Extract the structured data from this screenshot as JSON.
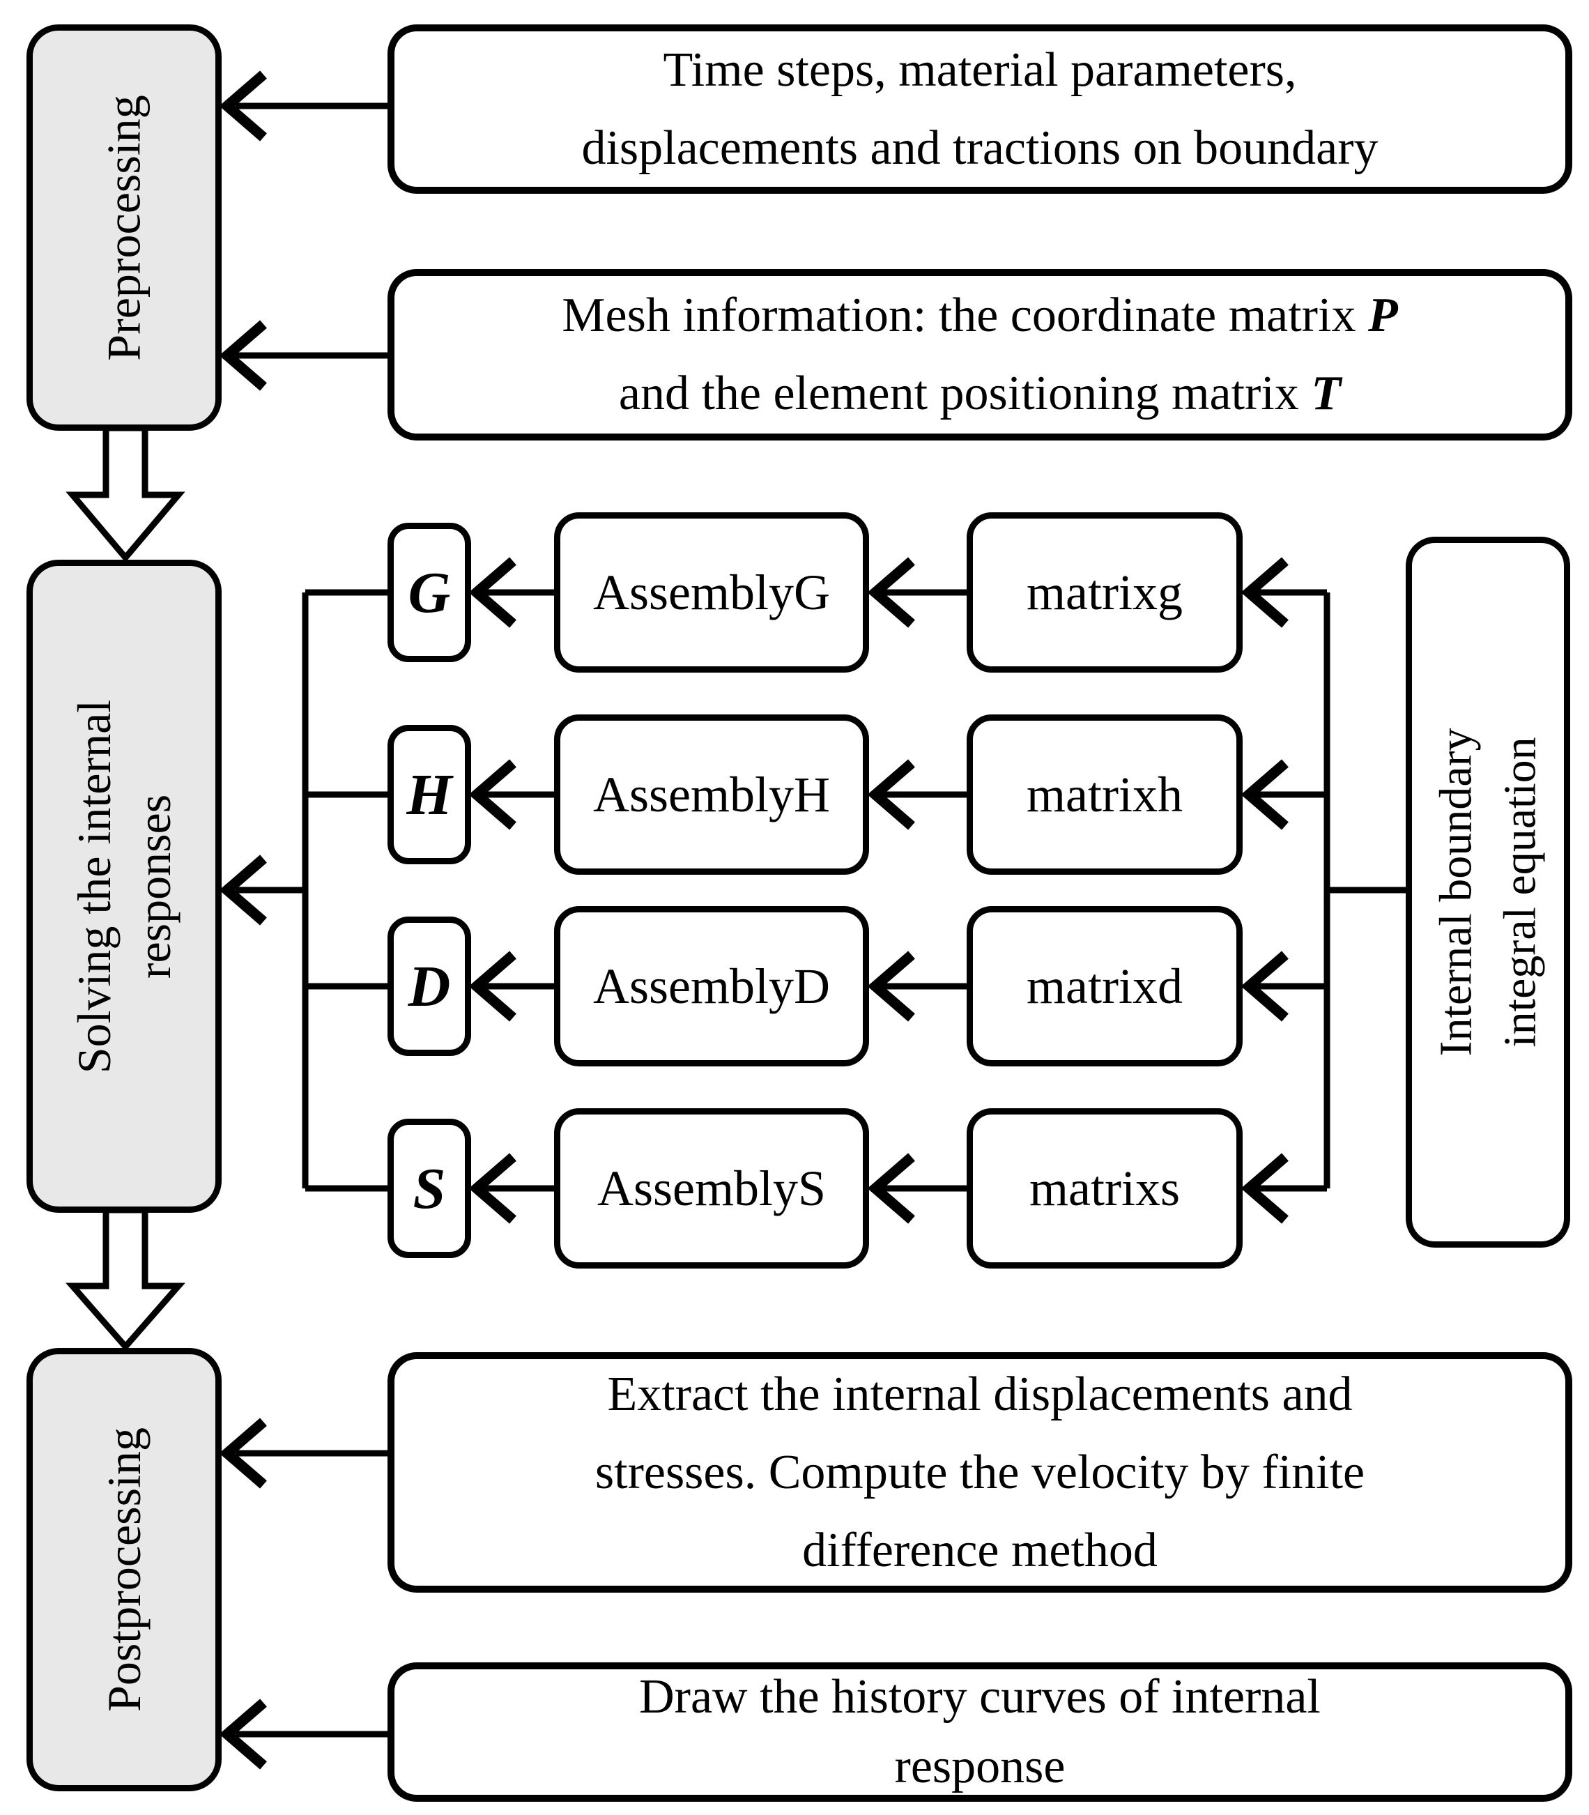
{
  "diagram": {
    "stages": {
      "preprocessing": {
        "label": "Preprocessing"
      },
      "solving": {
        "line1": "Solving the internal",
        "line2": "responses"
      },
      "postprocessing": {
        "label": "Postprocessing"
      }
    },
    "input_boxes": {
      "parameters": {
        "line1": "Time steps, material parameters,",
        "line2": "displacements and tractions on boundary"
      },
      "mesh": {
        "line1_text": "Mesh information: the coordinate matrix ",
        "line1_symbol": "P",
        "line2_text": "and the element positioning matrix ",
        "line2_symbol": "T"
      }
    },
    "matrix_rows": [
      {
        "result": "G",
        "assembly": "AssemblyG",
        "matrix": "matrixg"
      },
      {
        "result": "H",
        "assembly": "AssemblyH",
        "matrix": "matrixh"
      },
      {
        "result": "D",
        "assembly": "AssemblyD",
        "matrix": "matrixd"
      },
      {
        "result": "S",
        "assembly": "AssemblyS",
        "matrix": "matrixs"
      }
    ],
    "source_box": {
      "line1": "Internal boundary",
      "line2": "integral equation"
    },
    "output_boxes": {
      "extract": {
        "line1": "Extract the internal displacements and",
        "line2": "stresses. Compute the velocity by finite",
        "line3": "difference method"
      },
      "draw": {
        "line1": "Draw the history curves of internal",
        "line2": "response"
      }
    },
    "colors": {
      "stage_fill": "#e8e8e8",
      "box_fill": "#ffffff",
      "line": "#000000"
    }
  }
}
